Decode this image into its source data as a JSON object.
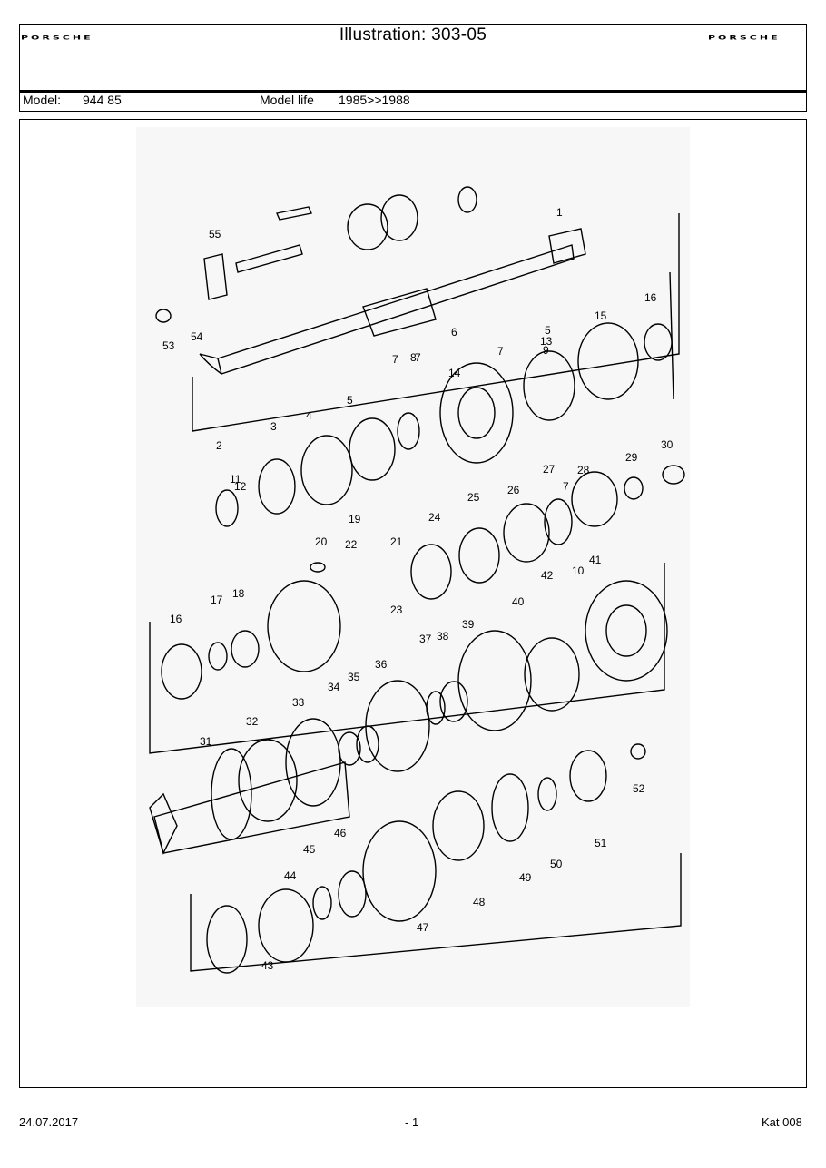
{
  "header": {
    "brand_left": "PORSCHE",
    "title": "Illustration: 303-05",
    "brand_right": "PORSCHE"
  },
  "model_bar": {
    "model_label": "Model:",
    "model_value": "944 85",
    "model_life_label": "Model life",
    "model_life_value": "1985>>1988"
  },
  "part_numbers": [
    "1",
    "2",
    "3",
    "4",
    "5",
    "5",
    "6",
    "7",
    "7",
    "7",
    "7",
    "7",
    "8",
    "9",
    "10",
    "11",
    "12",
    "13",
    "14",
    "15",
    "16",
    "16",
    "17",
    "18",
    "19",
    "20",
    "21",
    "22",
    "23",
    "24",
    "25",
    "26",
    "27",
    "28",
    "29",
    "30",
    "31",
    "32",
    "33",
    "34",
    "35",
    "36",
    "37",
    "38",
    "39",
    "40",
    "41",
    "42",
    "43",
    "44",
    "45",
    "46",
    "47",
    "48",
    "49",
    "50",
    "51",
    "52",
    "53",
    "54",
    "55"
  ],
  "footer": {
    "date": "24.07.2017",
    "page": "- 1",
    "catalog": "Kat 008"
  }
}
